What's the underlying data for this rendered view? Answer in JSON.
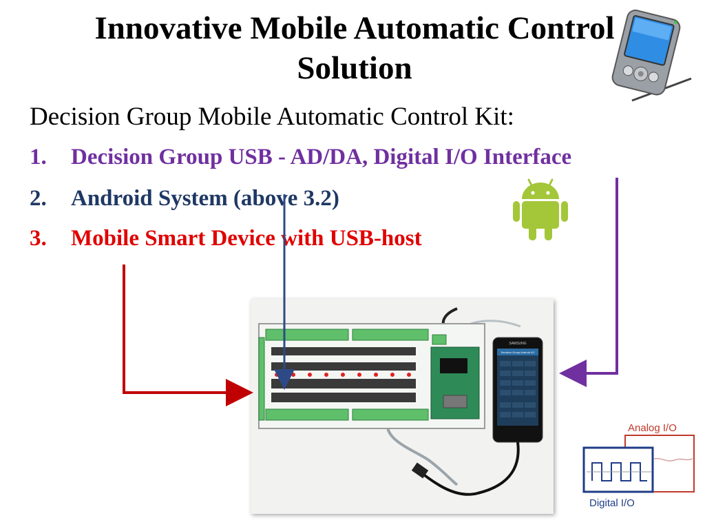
{
  "slide": {
    "title": "Innovative Mobile Automatic Control Solution",
    "subtitle": "Decision Group Mobile Automatic Control Kit:",
    "items": [
      {
        "num": "1.",
        "text": "Decision Group USB - AD/DA, Digital I/O Interface",
        "color": "#7030a0"
      },
      {
        "num": "2.",
        "text": "Android System (above 3.2)",
        "color": "#1f3864"
      },
      {
        "num": "3.",
        "text": "Mobile Smart Device with USB-host",
        "color": "#e00000"
      }
    ]
  },
  "diagram": {
    "analog_label": "Analog I/O",
    "digital_label": "Digital I/O"
  },
  "phone": {
    "brand": "SAMSUNG",
    "app_title": "Decision Group Android I/O"
  },
  "icons": [
    "pda-stylus-icon",
    "android-robot-icon"
  ],
  "arrow_colors": {
    "red": "#c00000",
    "blue": "#2e4a86",
    "purple": "#7030a0"
  }
}
